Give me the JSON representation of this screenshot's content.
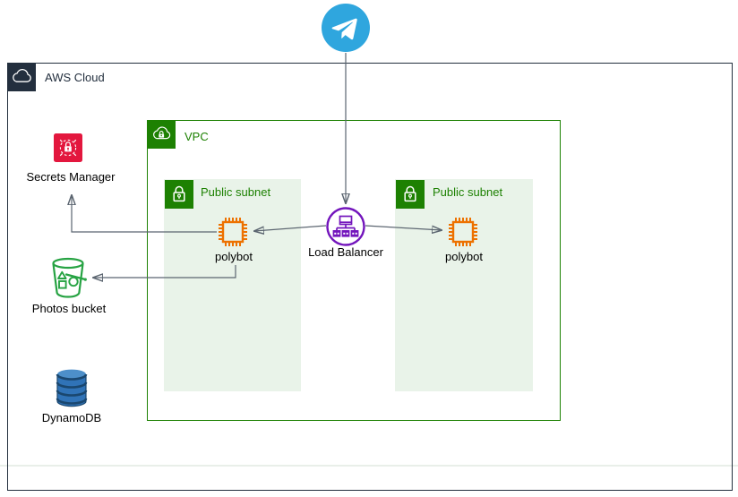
{
  "colors": {
    "aws-dark": "#232F3E",
    "green": "#1D8102",
    "subnet-fill": "#E9F3E9",
    "orange": "#ED7100",
    "purple": "#7315BC",
    "secrets-red": "#E3173E",
    "bucket-green": "#27A343",
    "dynamo-body": "#3073B7",
    "dynamo-dark": "#1A476F",
    "dynamo-light": "#4D8FC9",
    "telegram-blue": "#2FA6DE",
    "line": "#5B6570"
  },
  "icons": {
    "telegram": "telegram-paper-plane-icon",
    "aws_cloud": "aws-cloud-icon",
    "vpc": "vpc-cloud-lock-icon",
    "public_subnet": "subnet-lock-icon",
    "polybot": "compute-chip-icon",
    "load_balancer": "load-balancer-network-icon",
    "secrets_manager": "secrets-manager-lock-icon",
    "photos_bucket": "s3-bucket-icon",
    "dynamodb": "dynamodb-cylinder-icon"
  },
  "containers": {
    "aws_cloud": {
      "label": "AWS Cloud"
    },
    "vpc": {
      "label": "VPC"
    },
    "subnet_left": {
      "label": "Public subnet"
    },
    "subnet_right": {
      "label": "Public subnet"
    }
  },
  "nodes": {
    "load_balancer": {
      "label": "Load Balancer"
    },
    "polybot_left": {
      "label": "polybot"
    },
    "polybot_right": {
      "label": "polybot"
    },
    "secrets_manager": {
      "label": "Secrets Manager"
    },
    "photos_bucket": {
      "label": "Photos bucket"
    },
    "dynamodb": {
      "label": "DynamoDB"
    }
  },
  "connections": [
    {
      "from": "telegram",
      "to": "load_balancer"
    },
    {
      "from": "load_balancer",
      "to": "polybot_left"
    },
    {
      "from": "load_balancer",
      "to": "polybot_right"
    },
    {
      "from": "polybot_left",
      "to": "secrets_manager"
    },
    {
      "from": "polybot_left",
      "to": "photos_bucket"
    }
  ]
}
